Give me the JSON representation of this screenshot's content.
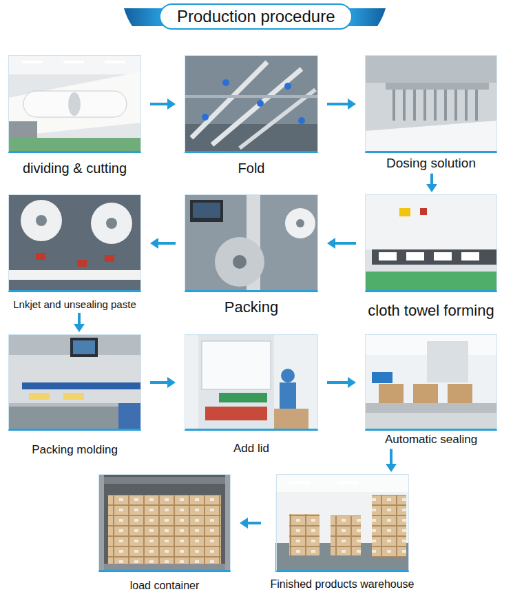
{
  "diagram": {
    "title": "Production procedure",
    "nodes": [
      {
        "text": [
          "dividing & cutting"
        ]
      },
      {
        "text": [
          "Fold"
        ]
      },
      {
        "text": [
          "Dosing solution"
        ]
      },
      {
        "text": [
          "Lnkjet and unsealing paste"
        ]
      },
      {
        "text": [
          "Packing"
        ]
      },
      {
        "text": [
          "cloth towel forming"
        ]
      },
      {
        "text": [
          "Packing molding"
        ]
      },
      {
        "text": [
          "Add lid"
        ]
      },
      {
        "text": [
          "Automatic sealing"
        ]
      },
      {
        "text": [
          "load container"
        ]
      },
      {
        "text": [
          "Finished products warehouse"
        ]
      }
    ],
    "edges": [
      {
        "from": 0,
        "to": 1,
        "arrow": "to"
      },
      {
        "from": 1,
        "to": 2,
        "arrow": "to"
      },
      {
        "from": 2,
        "to": 5,
        "arrow": "to"
      },
      {
        "from": 5,
        "to": 4,
        "arrow": "to"
      },
      {
        "from": 4,
        "to": 3,
        "arrow": "to"
      },
      {
        "from": 3,
        "to": 6,
        "arrow": "to"
      },
      {
        "from": 6,
        "to": 7,
        "arrow": "to"
      },
      {
        "from": 7,
        "to": 8,
        "arrow": "to"
      },
      {
        "from": 8,
        "to": 10,
        "arrow": "to"
      },
      {
        "from": 10,
        "to": 9,
        "arrow": "to"
      }
    ]
  }
}
